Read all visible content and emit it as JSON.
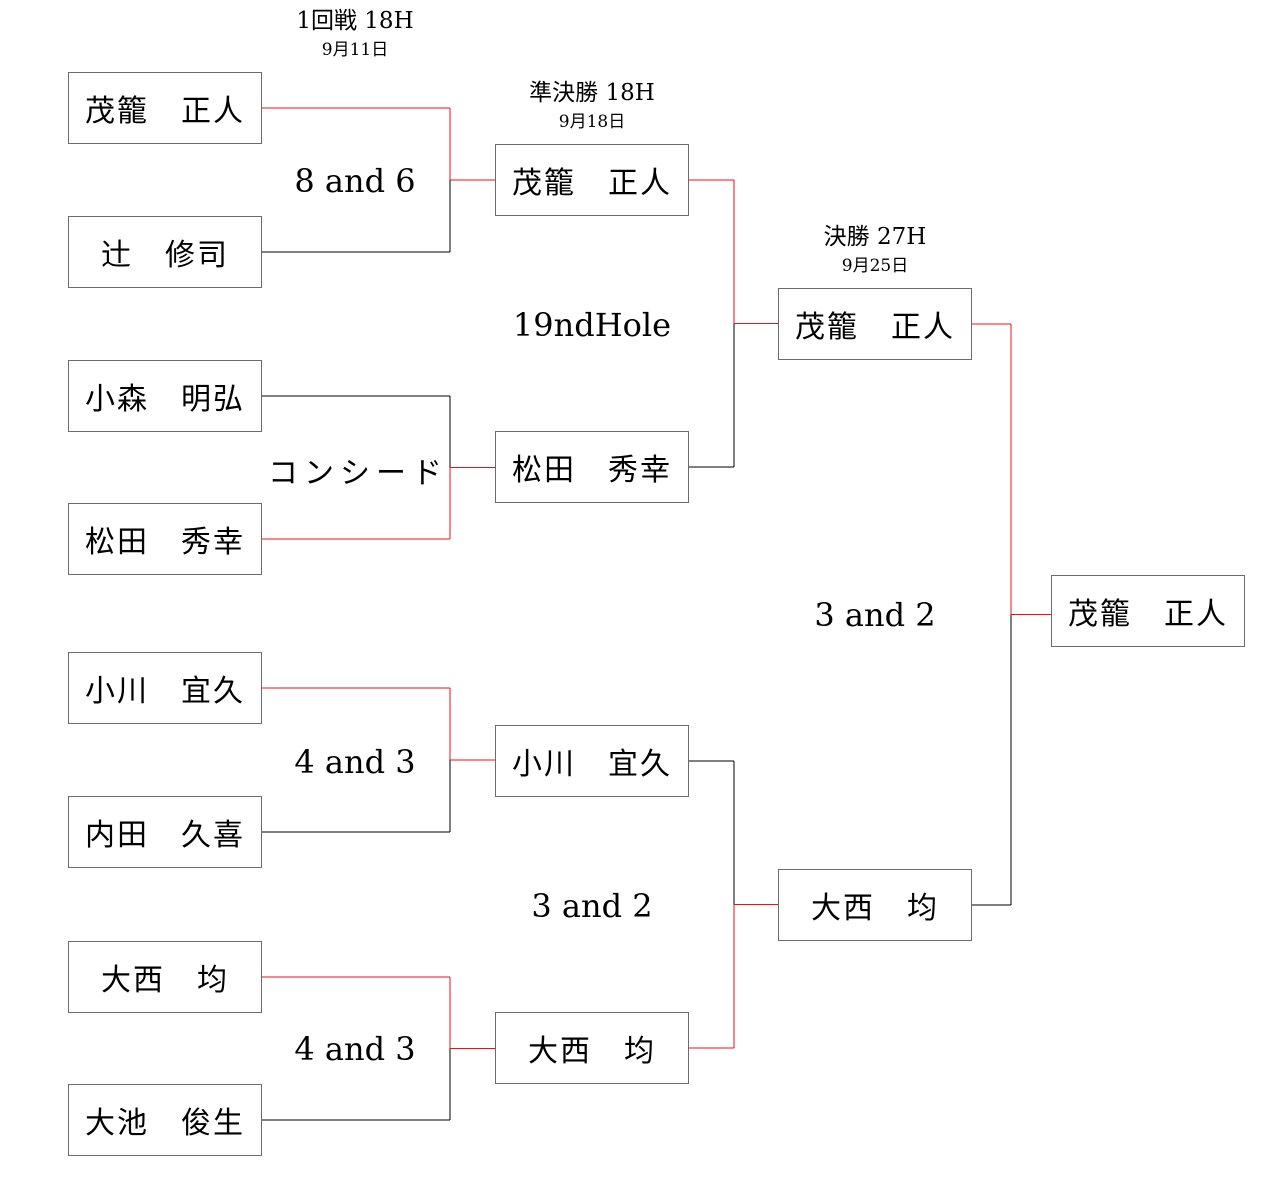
{
  "colors": {
    "win": "#e8101a",
    "loss": "#000000",
    "border": "#6b6b6b"
  },
  "rounds": [
    {
      "title": "1回戦 18H",
      "date": "9月11日"
    },
    {
      "title": "準決勝 18H",
      "date": "9月18日"
    },
    {
      "title": "決勝 27H",
      "date": "9月25日"
    }
  ],
  "round1": [
    "茂籠　正人",
    "辻　修司",
    "小森　明弘",
    "松田　秀幸",
    "小川　宜久",
    "内田　久喜",
    "大西　均",
    "大池　俊生"
  ],
  "round2": [
    "茂籠　正人",
    "松田　秀幸",
    "小川　宜久",
    "大西　均"
  ],
  "round3": [
    "茂籠　正人",
    "大西　均"
  ],
  "champion": "茂籠　正人",
  "scores": {
    "r1": [
      "8 and 6",
      "コンシード",
      "4 and 3",
      "4 and 3"
    ],
    "r2": [
      "19ndHole",
      "3 and 2"
    ],
    "final": "3 and 2"
  }
}
